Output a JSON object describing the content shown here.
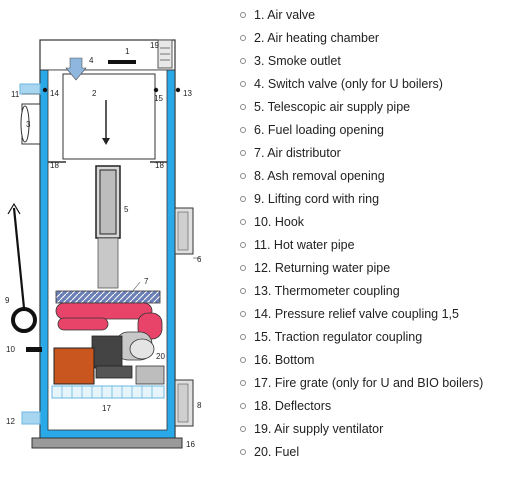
{
  "diagram": {
    "labels": [
      "1",
      "2",
      "3",
      "4",
      "5",
      "6",
      "7",
      "8",
      "9",
      "10",
      "11",
      "12",
      "13",
      "14",
      "15",
      "16",
      "17",
      "18",
      "18",
      "19",
      "20"
    ],
    "colors": {
      "casing": "#2aa9e8",
      "interior": "#ffffff",
      "outline": "#333333",
      "grate": "#e6f4fb",
      "log_pink": "#e8446a",
      "log_brown": "#c9561e",
      "pipe_grey": "#c8c8c8",
      "distributor": "#6c80b8",
      "base": "#9a9a9a"
    }
  },
  "legend": {
    "items": [
      "1. Air valve",
      "2. Air heating chamber",
      "3. Smoke outlet",
      "4. Switch valve (only for U boilers)",
      "5. Telescopic air supply pipe",
      "6. Fuel loading opening",
      "7. Air distributor",
      "8. Ash removal opening",
      "9. Lifting cord with ring",
      "10. Hook",
      "11. Hot water pipe",
      "12. Returning water pipe",
      "13. Thermometer coupling",
      "14. Pressure relief valve coupling 1,5",
      "15. Traction regulator coupling",
      "16. Bottom",
      "17. Fire grate (only for U and BIO boilers)",
      "18. Deflectors",
      "19. Air supply ventilator",
      "20. Fuel"
    ]
  }
}
